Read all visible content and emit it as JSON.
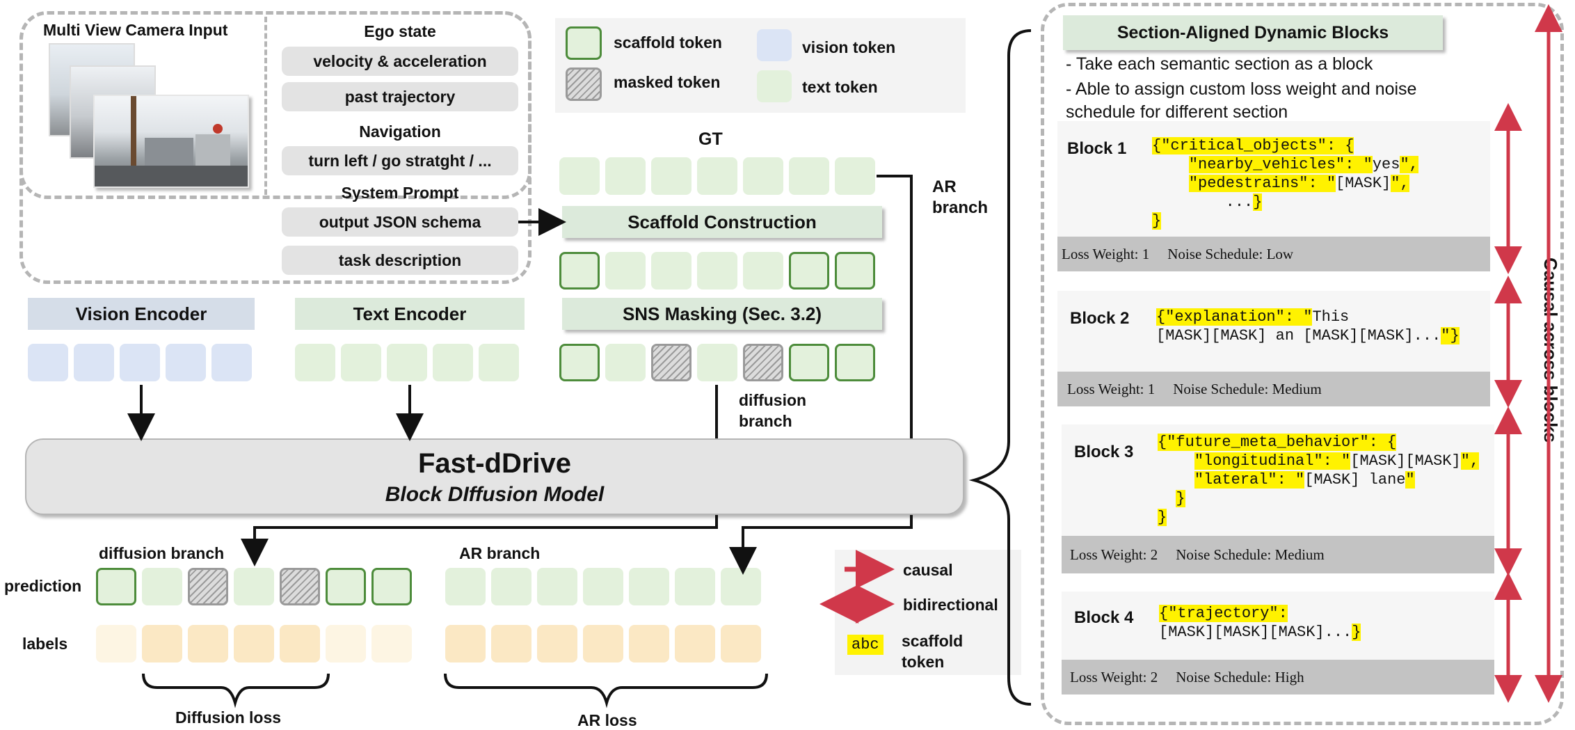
{
  "input_panel": {
    "camera_title": "Multi View Camera Input",
    "ego_state_title": "Ego state",
    "ego_items": [
      "velocity & acceleration",
      "past trajectory"
    ],
    "navigation_title": "Navigation",
    "navigation_items": [
      "turn left / go stratght / ..."
    ],
    "system_prompt_title": "System Prompt",
    "system_prompt_items": [
      "output JSON schema",
      "task description"
    ]
  },
  "token_legend": {
    "scaffold": "scaffold token",
    "masked": "masked token",
    "vision": "vision token",
    "text": "text token"
  },
  "pipeline": {
    "gt_label": "GT",
    "scaffold_construction": "Scaffold Construction",
    "sns_masking": "SNS Masking (Sec. 3.2)",
    "ar_branch_top": "AR branch",
    "diffusion_branch_mid": "diffusion branch",
    "vision_encoder": "Vision Encoder",
    "text_encoder": "Text Encoder",
    "model_name": "Fast-dDrive",
    "model_subtitle": "Block DIffusion Model",
    "diffusion_branch_bottom": "diffusion branch",
    "ar_branch_bottom": "AR branch",
    "prediction_label": "prediction",
    "labels_label": "labels",
    "diffusion_loss": "Diffusion loss",
    "ar_loss": "AR loss"
  },
  "arrow_legend": {
    "causal": "causal",
    "bidirectional": "bidirectional",
    "scaffold_sample": "abc",
    "scaffold_label": "scaffold token"
  },
  "blocks_panel": {
    "title": "Section-Aligned Dynamic Blocks",
    "bullets": [
      "- Take each semantic section as a block",
      "- Able to assign custom loss weight and noise schedule for different section"
    ],
    "side_label": "Causal across blocks",
    "blocks": [
      {
        "name": "Block 1",
        "footer_weight": "Loss Weight: 1",
        "footer_noise": "Noise Schedule: Low"
      },
      {
        "name": "Block 2",
        "footer_weight": "Loss Weight: 1",
        "footer_noise": "Noise Schedule: Medium"
      },
      {
        "name": "Block 3",
        "footer_weight": "Loss Weight: 2",
        "footer_noise": "Noise Schedule: Medium"
      },
      {
        "name": "Block 4",
        "footer_weight": "Loss Weight: 2",
        "footer_noise": "Noise Schedule: High"
      }
    ],
    "code": {
      "b1": [
        "{\"critical_objects\": {",
        "\"nearby_vehicles\": \"",
        "yes",
        "\",",
        "\"pedestrains\": \"",
        "[MASK]",
        "\",",
        "...",
        "}",
        "}"
      ],
      "b2": [
        "{\"explanation\": \"",
        "This",
        "[MASK][MASK] an [MASK][MASK]...",
        "\"}"
      ],
      "b3": [
        "{\"future_meta_behavior\": {",
        "\"longitudinal\": \"",
        "[MASK][MASK]",
        "\",",
        "\"lateral\": \"",
        "[MASK] lane",
        "\"",
        "}",
        "}"
      ],
      "b4": [
        "{\"trajectory\":",
        "[MASK][MASK][MASK]...",
        "}"
      ]
    }
  },
  "colors": {
    "scaffold_border": "#4d8c3b",
    "text_token": "#e3f1dc",
    "vision_token": "#dbe4f5",
    "label_token": "#fbe8c4",
    "highlight": "#fff200",
    "arrow_red": "#d0384a"
  }
}
